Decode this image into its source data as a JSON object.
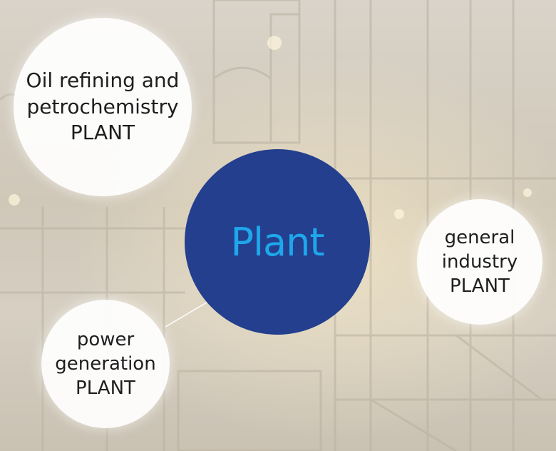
{
  "center": {
    "label": "Plant"
  },
  "nodes": [
    {
      "lines": [
        "Oil refining and",
        "petrochemistry",
        "PLANT"
      ]
    },
    {
      "lines": [
        "general",
        "industry",
        "PLANT"
      ]
    },
    {
      "lines": [
        "power",
        "generation",
        "PLANT"
      ]
    }
  ],
  "colors": {
    "center_fill": "#233f8e",
    "center_text": "#1fa7ec",
    "node_fill": "#ffffff",
    "node_text": "#1e1e1e"
  }
}
